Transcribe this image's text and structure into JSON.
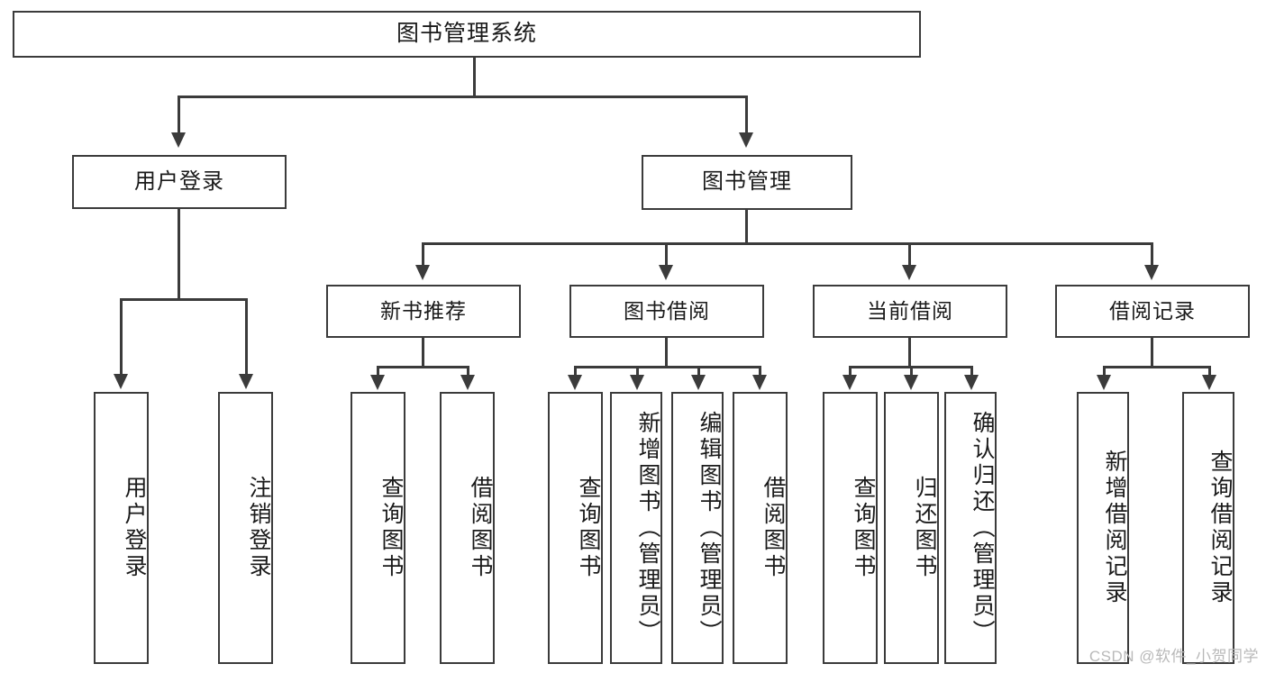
{
  "diagram": {
    "title": "图书管理系统",
    "watermark": "CSDN @软件_小贺同学",
    "line_color": "#3b3b3b",
    "box_fill": "#ffffff",
    "text_color": "#1a1a1a",
    "watermark_color": "#b9b9b9"
  },
  "nodes": {
    "root": {
      "label": "图书管理系统"
    },
    "level2": [
      {
        "label": "用户登录"
      },
      {
        "label": "图书管理"
      }
    ],
    "level3": [
      {
        "label": "新书推荐"
      },
      {
        "label": "图书借阅"
      },
      {
        "label": "当前借阅"
      },
      {
        "label": "借阅记录"
      }
    ],
    "leaves": {
      "user_login": [
        {
          "label": "用户登录"
        },
        {
          "label": "注销登录"
        }
      ],
      "new_book_recommend": [
        {
          "label": "查询图书"
        },
        {
          "label": "借阅图书"
        }
      ],
      "book_borrow": [
        {
          "label": "查询图书"
        },
        {
          "label": "新增图书（管理员）"
        },
        {
          "label": "编辑图书（管理员）"
        },
        {
          "label": "借阅图书"
        }
      ],
      "current_borrow": [
        {
          "label": "查询图书"
        },
        {
          "label": "归还图书"
        },
        {
          "label": "确认归还（管理员）"
        }
      ],
      "borrow_record": [
        {
          "label": "新增借阅记录"
        },
        {
          "label": "查询借阅记录"
        }
      ]
    }
  }
}
